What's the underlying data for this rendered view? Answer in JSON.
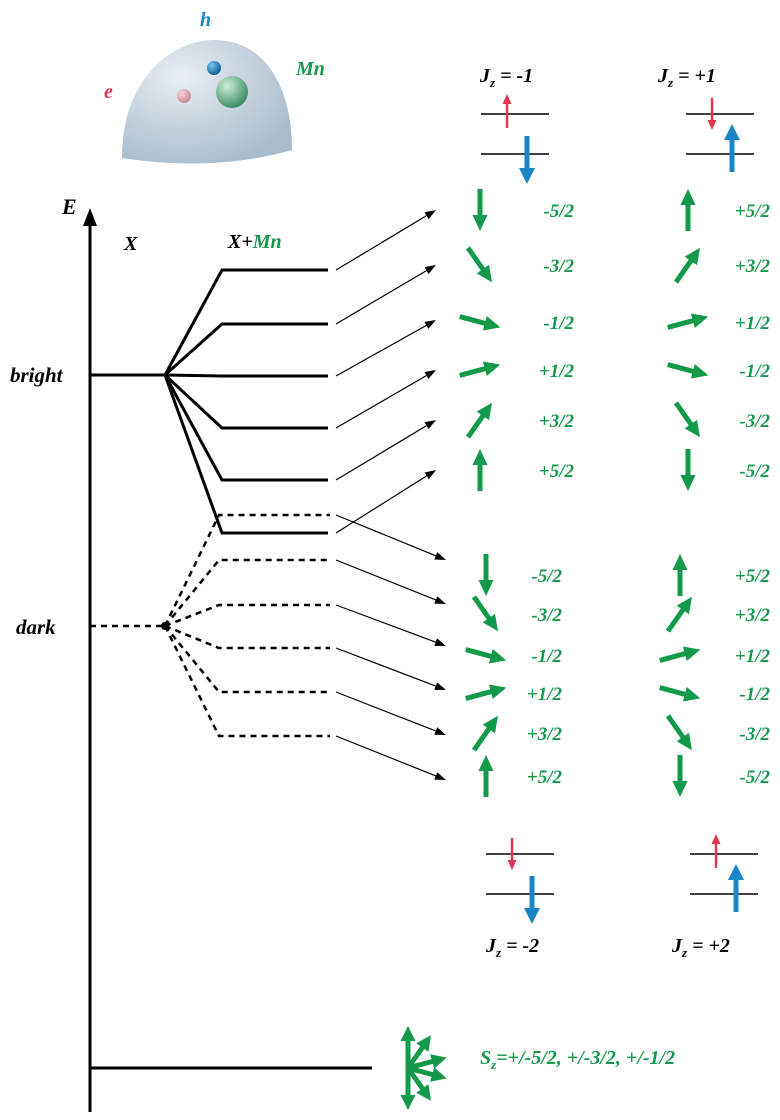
{
  "colors": {
    "electron": "#e0394f",
    "hole": "#1a86c8",
    "manganese": "#12994a",
    "line": "#000000",
    "dot_shell": "#c4d3df"
  },
  "labels": {
    "hole": "h",
    "electron": "e",
    "manganese": "Mn",
    "energy": "E",
    "exciton": "X",
    "exciton_mn_prefix": "X+",
    "exciton_mn_suffix": "Mn",
    "bright": "bright",
    "dark": "dark",
    "jz_bright_left": "-1",
    "jz_bright_right": "+1",
    "jz_dark_left": "-2",
    "jz_dark_right": "+2",
    "jz_symbol": "J",
    "jz_sub": "z",
    "sz_symbol": "S",
    "sz_sub": "z",
    "sz_values": "=+/-5/2, +/-3/2, +/-1/2"
  },
  "spin_columns": {
    "bright_left": [
      "-5/2",
      "-3/2",
      "-1/2",
      "+1/2",
      "+3/2",
      "+5/2"
    ],
    "bright_right": [
      "+5/2",
      "+3/2",
      "+1/2",
      "-1/2",
      "-3/2",
      "-5/2"
    ],
    "dark_left": [
      "-5/2",
      "-3/2",
      "-1/2",
      "+1/2",
      "+3/2",
      "+5/2"
    ],
    "dark_right": [
      "+5/2",
      "+3/2",
      "+1/2",
      "-1/2",
      "-3/2",
      "-5/2"
    ]
  }
}
